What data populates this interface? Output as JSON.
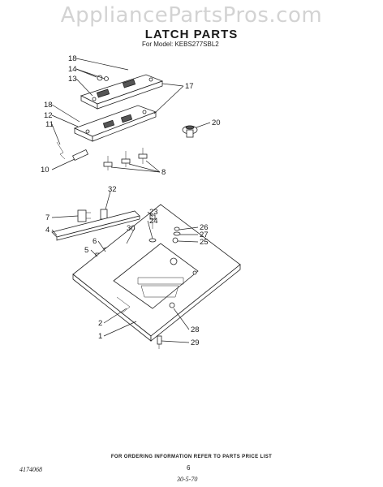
{
  "watermark": "AppliancePartsPros.com",
  "header": {
    "title": "LATCH PARTS",
    "model": "For Model: KEBS277SBL2"
  },
  "callouts": {
    "c18a": "18",
    "c14": "14",
    "c13": "13",
    "c17": "17",
    "c18b": "18",
    "c12": "12",
    "c11": "11",
    "c10": "10",
    "c20": "20",
    "c8": "8",
    "c32": "32",
    "c7": "7",
    "c4": "4",
    "c23": "23",
    "c24": "24",
    "c26": "26",
    "c27": "27",
    "c25": "25",
    "c30": "30",
    "c6": "6",
    "c5": "5",
    "c2": "2",
    "c1": "1",
    "c28": "28",
    "c29": "29"
  },
  "footer": {
    "ordering_note": "FOR ORDERING INFORMATION REFER TO PARTS PRICE LIST",
    "doc_number": "4174068",
    "page_number": "6",
    "date_code": "30-5-70"
  }
}
